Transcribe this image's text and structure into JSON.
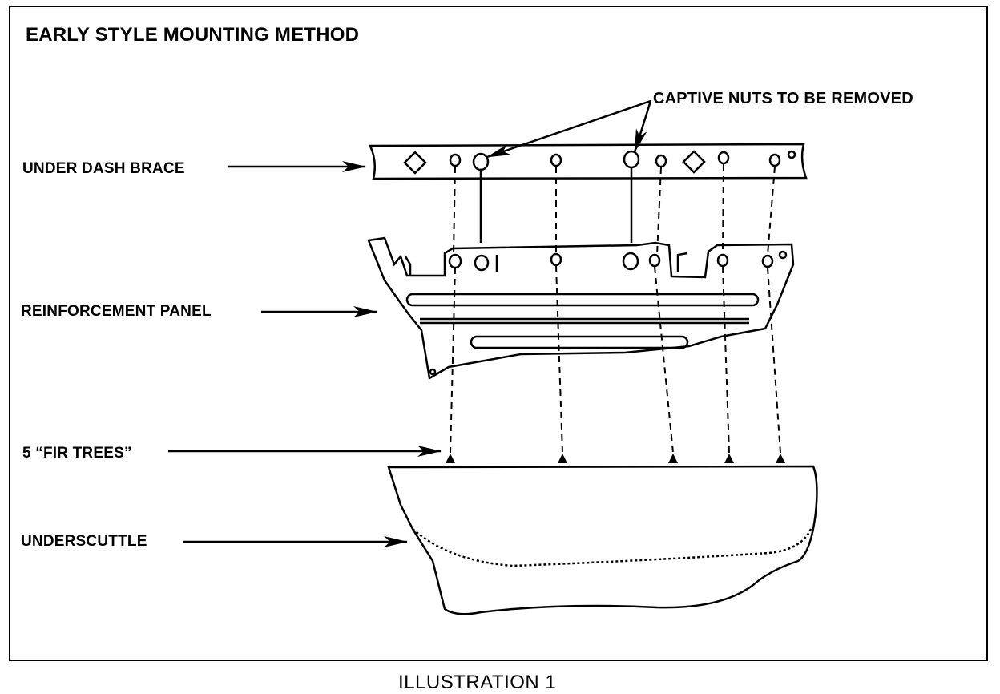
{
  "title": "EARLY STYLE MOUNTING METHOD",
  "labels": {
    "captive_nuts": "CAPTIVE NUTS TO BE REMOVED",
    "under_dash_brace": "UNDER DASH BRACE",
    "reinforcement_panel": "REINFORCEMENT PANEL",
    "fir_trees": "5 “FIR TREES”",
    "underscuttle": "UNDERSCUTTLE"
  },
  "caption": "ILLUSTRATION 1"
}
